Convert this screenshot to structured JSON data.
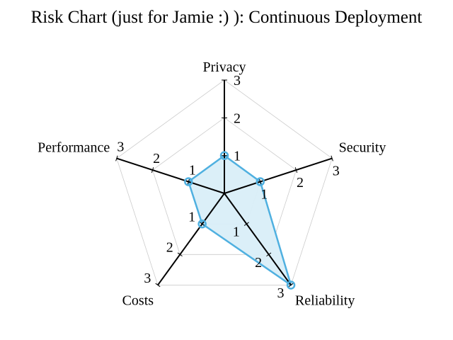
{
  "title": "Risk Chart (just for Jamie :) ): Continuous Deployment",
  "colors": {
    "series_line": "#4fb0e0",
    "series_fill": "#d9eef8",
    "grid": "#cccccc",
    "axis": "#000000"
  },
  "chart_data": {
    "type": "radar",
    "title": "Risk Chart (just for Jamie :) ): Continuous Deployment",
    "axes": [
      "Privacy",
      "Security",
      "Reliability",
      "Costs",
      "Performance"
    ],
    "range": [
      0,
      3
    ],
    "ticks": [
      "1",
      "2",
      "3"
    ],
    "grid": true,
    "series": [
      {
        "values": [
          1,
          1,
          3,
          1,
          1
        ]
      }
    ]
  }
}
